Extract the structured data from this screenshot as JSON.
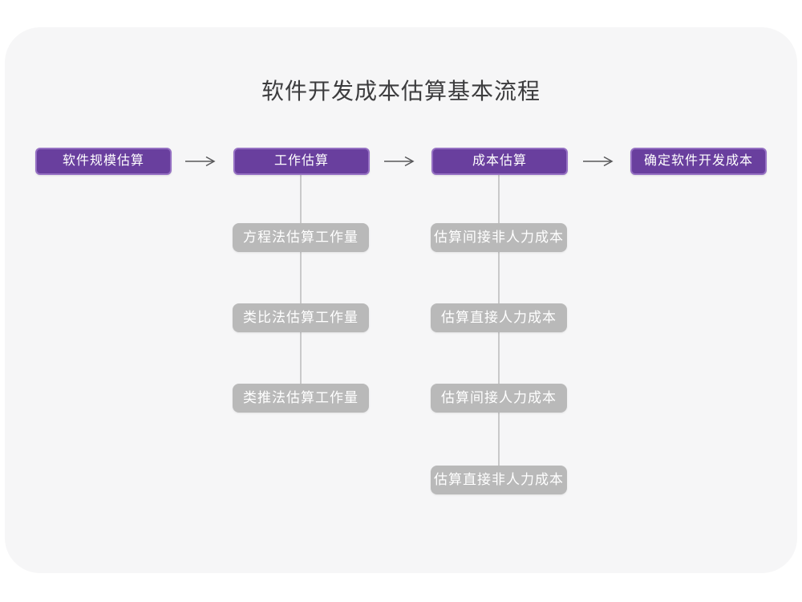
{
  "title": "软件开发成本估算基本流程",
  "colors": {
    "node_purple": "#693f9e",
    "node_purple_border": "#9570c3",
    "node_gray": "#b9b9b9",
    "node_text": "#ffffff",
    "connector_line": "#c9c9ca",
    "arrow": "#58585a",
    "canvas_bg": "#f6f6f7",
    "page_bg": "#ffffff",
    "title_color": "#3c3c3e"
  },
  "flow": {
    "main_nodes": [
      "软件规模估算",
      "工作估算",
      "成本估算",
      "确定软件开发成本"
    ],
    "work_branch": [
      "方程法估算工作量",
      "类比法估算工作量",
      "类推法估算工作量"
    ],
    "cost_branch": [
      "估算间接非人力成本",
      "估算直接人力成本",
      "估算间接人力成本",
      "估算直接非人力成本"
    ]
  }
}
